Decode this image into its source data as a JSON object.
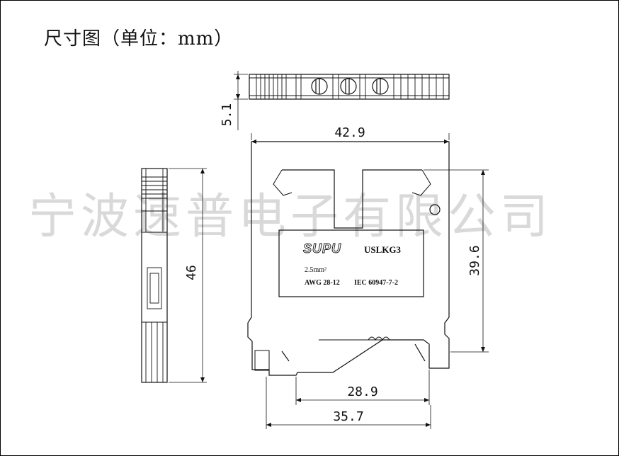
{
  "title": "尺寸图（单位：mm）",
  "watermark": "宁波速普电子有限公司",
  "label": {
    "brand": "SUPU",
    "model": "USLKG3",
    "size": "2.5mm²",
    "awg": "AWG 28-12",
    "standard": "IEC 60947-7-2"
  },
  "dimensions": {
    "top_thickness": "5.1",
    "overall_width": "42.9",
    "height_side": "46",
    "height_front": "39.6",
    "foot_inner": "28.9",
    "foot_outer": "35.7"
  }
}
